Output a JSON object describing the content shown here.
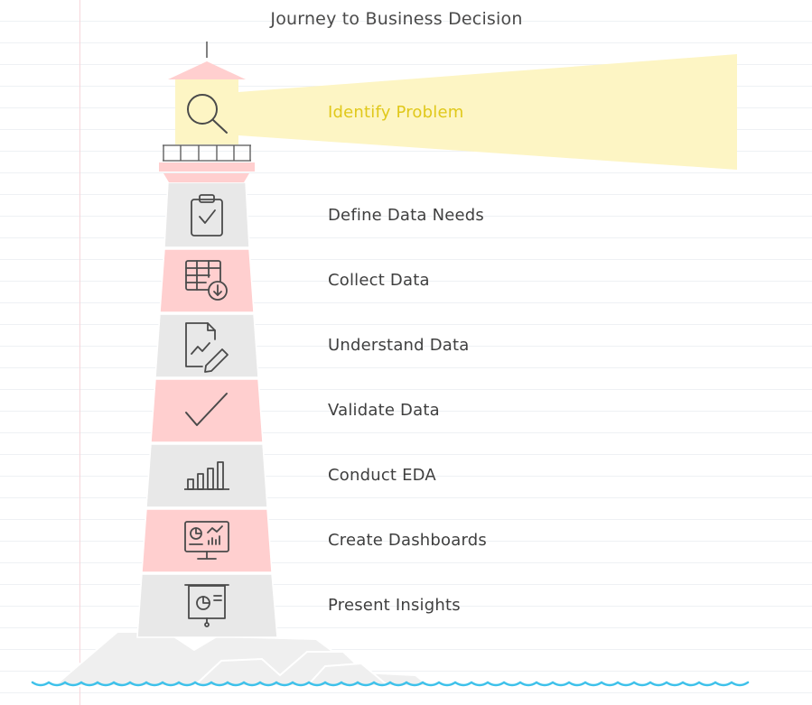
{
  "diagram": {
    "title": "Journey to Business Decision",
    "beam_step": {
      "label": "Identify Problem",
      "icon": "magnifier-icon"
    },
    "steps": [
      {
        "label": "Define Data Needs",
        "icon": "clipboard-check-icon"
      },
      {
        "label": "Collect Data",
        "icon": "table-download-icon"
      },
      {
        "label": "Understand Data",
        "icon": "document-chart-edit-icon"
      },
      {
        "label": "Validate Data",
        "icon": "checkmark-icon"
      },
      {
        "label": "Conduct EDA",
        "icon": "bar-chart-icon"
      },
      {
        "label": "Create Dashboards",
        "icon": "monitor-dashboard-icon"
      },
      {
        "label": "Present Insights",
        "icon": "presentation-board-icon"
      }
    ]
  },
  "colors": {
    "pink": "#ffcfcf",
    "grey": "#e8e8e8",
    "beam": "#fdf5c4",
    "highlight_text": "#e0c81a",
    "water": "#3dc1ea",
    "rocks": "#efefef"
  }
}
